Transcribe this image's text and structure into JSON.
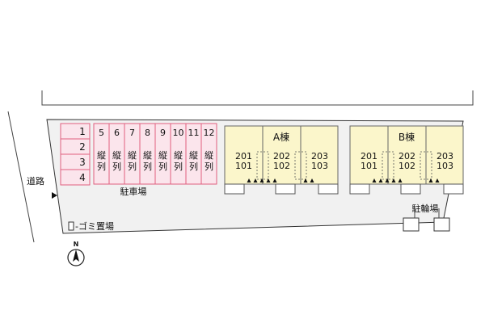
{
  "road_label": "道路",
  "parking": {
    "label": "駐車場",
    "row_spaces": [
      "1",
      "2",
      "3",
      "4"
    ],
    "column_spaces": [
      "5",
      "6",
      "7",
      "8",
      "9",
      "10",
      "11",
      "12"
    ],
    "column_type": "縦列"
  },
  "buildings": [
    {
      "name": "A棟",
      "upper_units": [
        "201",
        "202",
        "203"
      ],
      "lower_units": [
        "101",
        "102",
        "103"
      ]
    },
    {
      "name": "B棟",
      "upper_units": [
        "201",
        "202",
        "203"
      ],
      "lower_units": [
        "101",
        "102",
        "103"
      ]
    }
  ],
  "bike_parking_label": "駐輪場",
  "garbage_label": "ゴミ置場",
  "north_label": "N",
  "colors": {
    "parking_fill": "#fbe5ec",
    "parking_stroke": "#e0607e",
    "building_fill": "#fbf6cb",
    "site_fill": "#f1f1f1",
    "line": "#444444"
  }
}
